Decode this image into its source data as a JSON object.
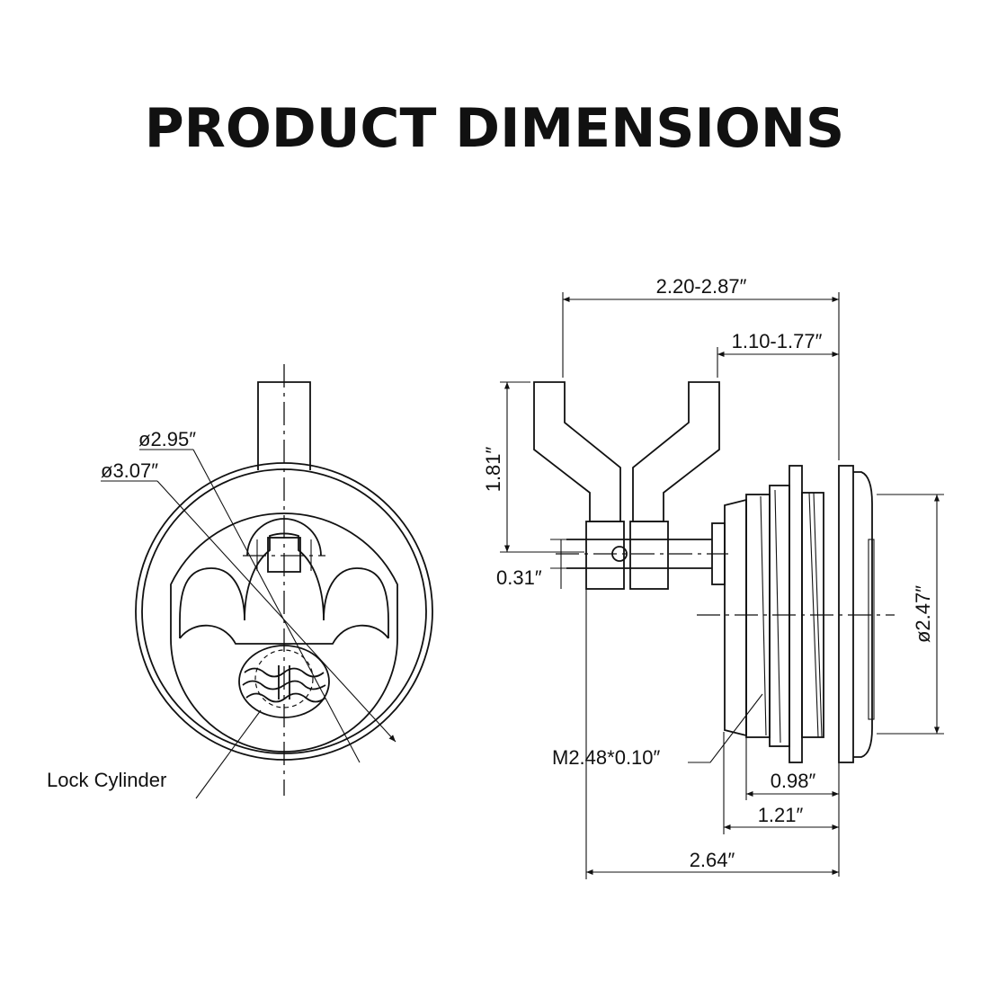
{
  "title": "PRODUCT DIMENSIONS",
  "front_view": {
    "dia_inner": "ø2.95″",
    "dia_outer": "ø3.07″",
    "lock_cylinder": "Lock Cylinder"
  },
  "side_view": {
    "overall_width_range": "2.20-2.87″",
    "inner_width_range": "1.10-1.77″",
    "handle_height": "1.81″",
    "shaft_height": "0.31″",
    "body_diameter": "ø2.47″",
    "thread": "M2.48*0.10″",
    "depth_1": "0.98″",
    "depth_2": "1.21″",
    "overall_depth": "2.64″"
  },
  "colors": {
    "ink": "#111111",
    "background": "#ffffff"
  }
}
